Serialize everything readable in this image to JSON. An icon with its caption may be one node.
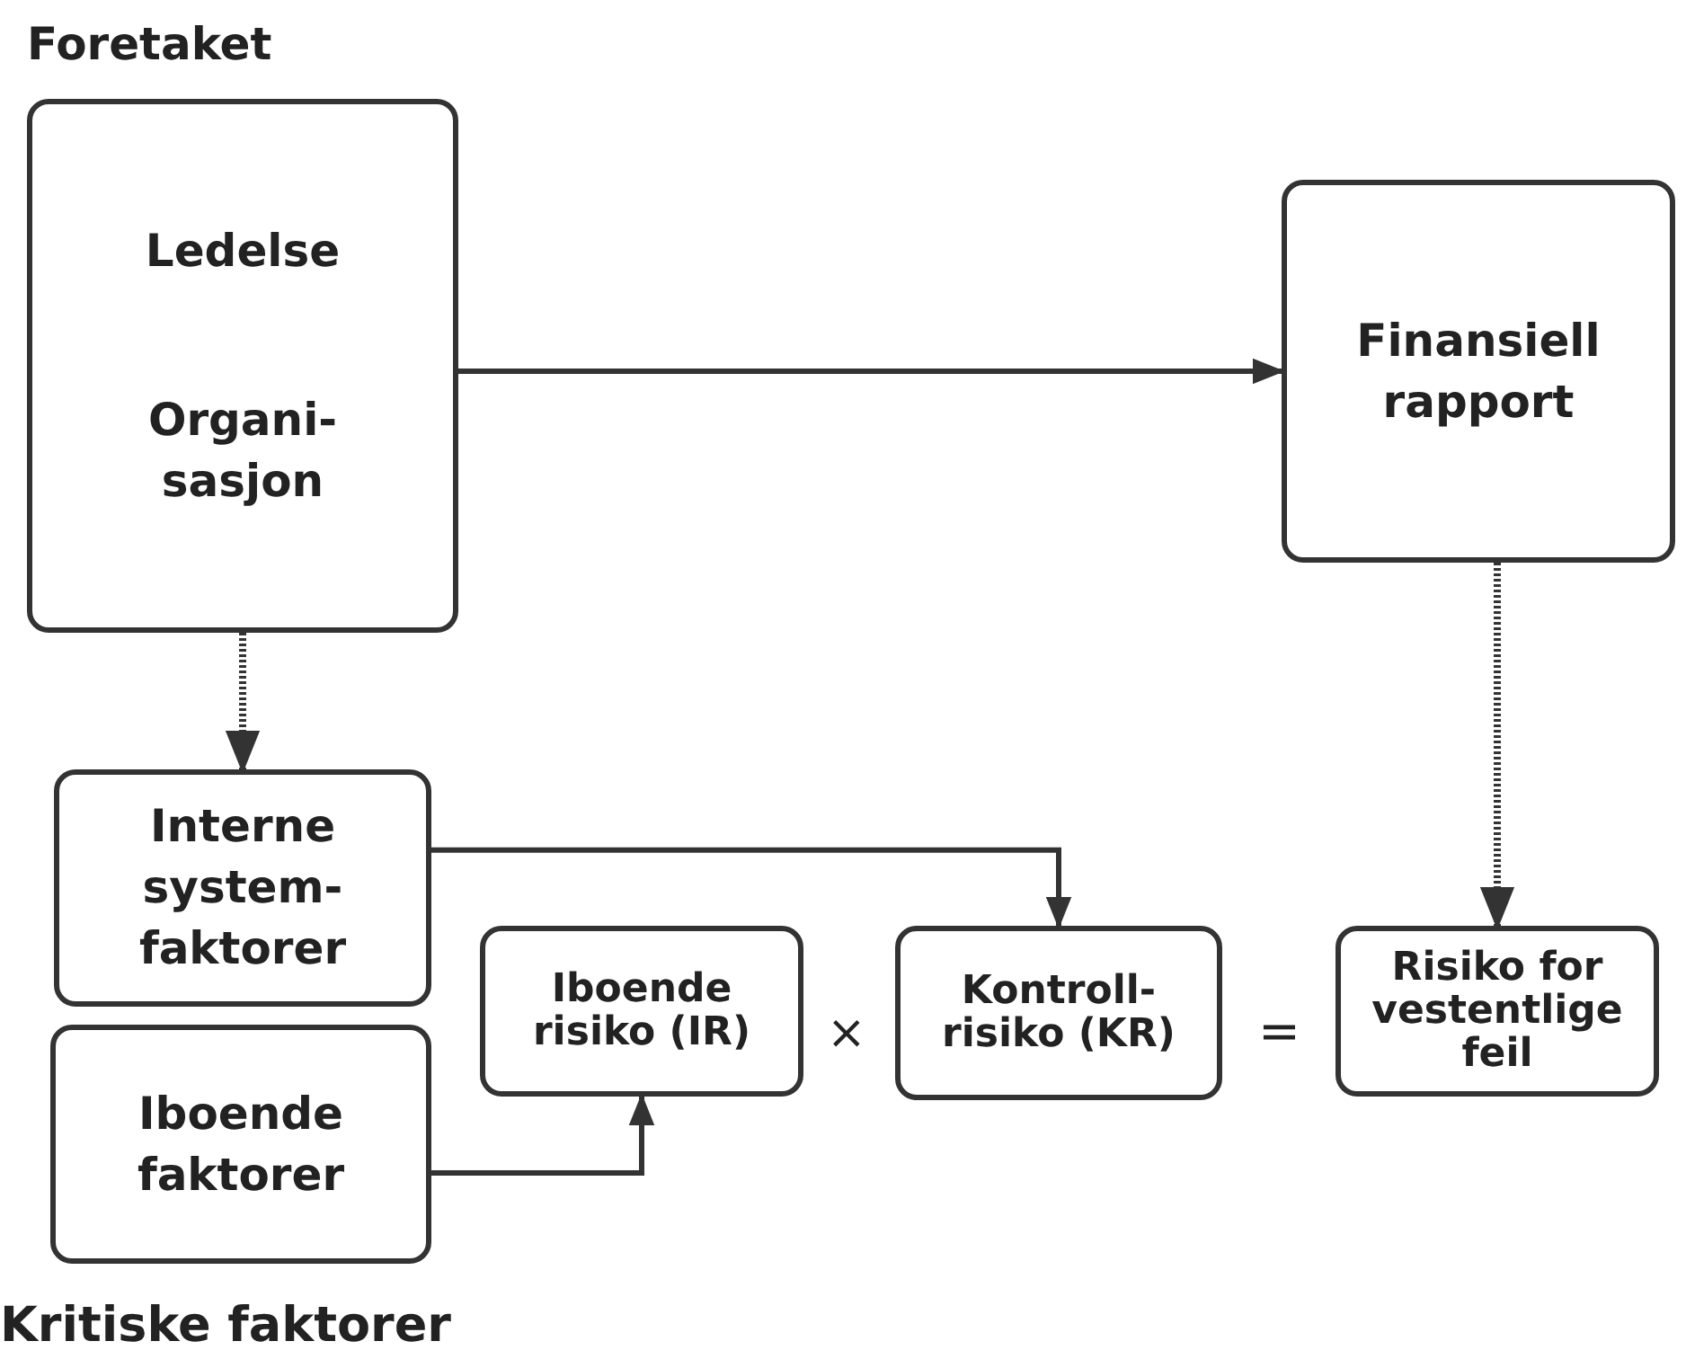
{
  "diagram": {
    "nodes": [
      {
        "text": [
          "Foretaket",
          "Ledelse",
          "Organi- sasjon"
        ]
      },
      {
        "text": [
          "Finansiell rapport"
        ]
      },
      {
        "text": [
          "Interne system- faktorer"
        ]
      },
      {
        "text": [
          "Iboende faktorer"
        ]
      },
      {
        "text": [
          "Iboende risiko (IR)"
        ]
      },
      {
        "text": [
          "Kontroll- risiko (KR)"
        ]
      },
      {
        "text": [
          "Risiko for vestentlige feil"
        ]
      }
    ],
    "edges": [
      {
        "from": 0,
        "to": 1,
        "arrow": "to"
      },
      {
        "from": 0,
        "to": 2,
        "arrow": "to",
        "style": "dashed"
      },
      {
        "from": 1,
        "to": 6,
        "arrow": "to",
        "style": "dashed"
      },
      {
        "from": 2,
        "to": 5,
        "arrow": "to"
      },
      {
        "from": 3,
        "to": 4,
        "arrow": "to"
      }
    ],
    "labels": [
      "×",
      "=",
      "Kritiske faktorer"
    ]
  }
}
